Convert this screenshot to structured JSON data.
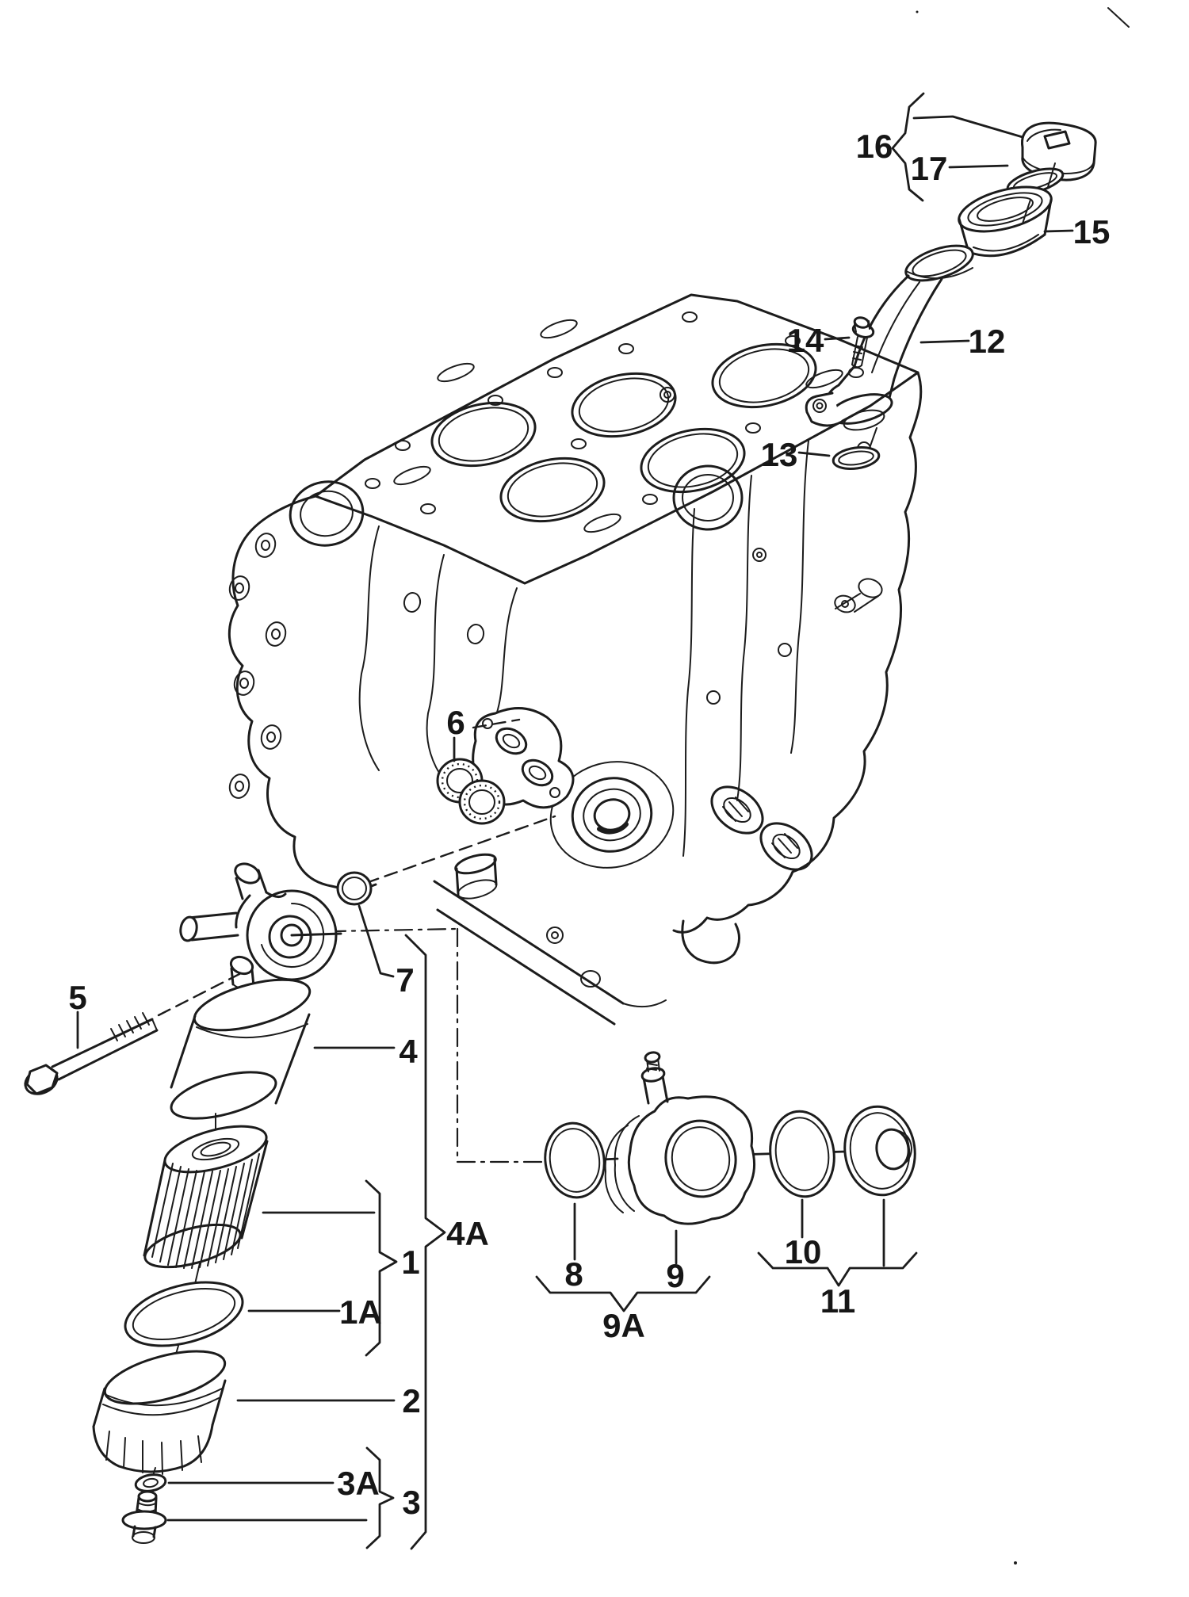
{
  "page": {
    "background_color": "#ffffff",
    "ink_color": "#1c1c1c"
  },
  "diagram": {
    "callouts": [
      {
        "label": "1"
      },
      {
        "label": "1A"
      },
      {
        "label": "2"
      },
      {
        "label": "3"
      },
      {
        "label": "3A"
      },
      {
        "label": "4"
      },
      {
        "label": "4A"
      },
      {
        "label": "5"
      },
      {
        "label": "6"
      },
      {
        "label": "7"
      },
      {
        "label": "8"
      },
      {
        "label": "9"
      },
      {
        "label": "9A"
      },
      {
        "label": "10"
      },
      {
        "label": "11"
      },
      {
        "label": "12"
      },
      {
        "label": "13"
      },
      {
        "label": "14"
      },
      {
        "label": "15"
      },
      {
        "label": "16"
      },
      {
        "label": "17"
      }
    ]
  }
}
